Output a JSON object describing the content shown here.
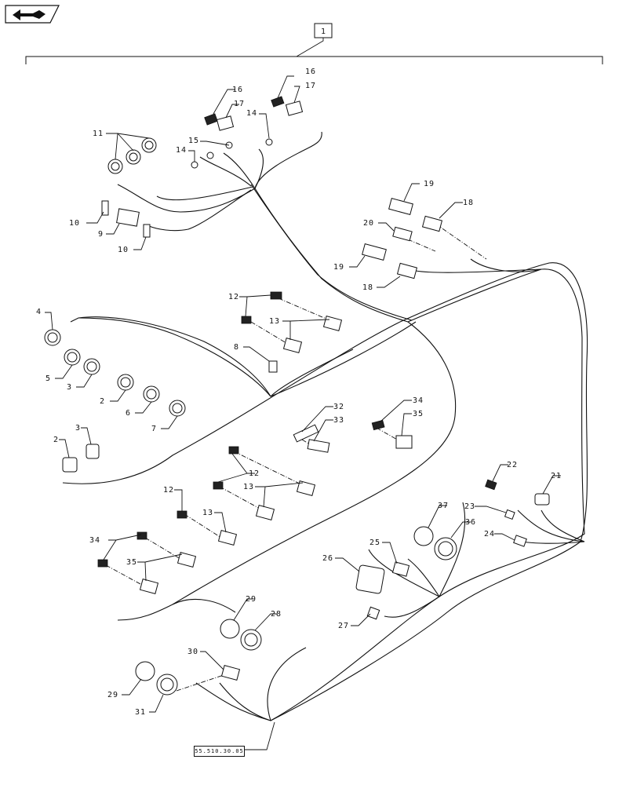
{
  "nav": {
    "icon": "return-arrow-icon"
  },
  "diagram": {
    "assembly_label": "1",
    "reference_code": "55.510.30.05",
    "callouts": [
      "16",
      "17",
      "16",
      "17",
      "14",
      "15",
      "14",
      "11",
      "10",
      "9",
      "10",
      "19",
      "18",
      "20",
      "19",
      "18",
      "4",
      "5",
      "3",
      "2",
      "6",
      "7",
      "12",
      "13",
      "8",
      "32",
      "33",
      "34",
      "35",
      "2",
      "3",
      "12",
      "13",
      "12",
      "13",
      "22",
      "21",
      "23",
      "24",
      "37",
      "36",
      "25",
      "26",
      "34",
      "35",
      "29",
      "28",
      "27",
      "30",
      "29",
      "31"
    ]
  }
}
